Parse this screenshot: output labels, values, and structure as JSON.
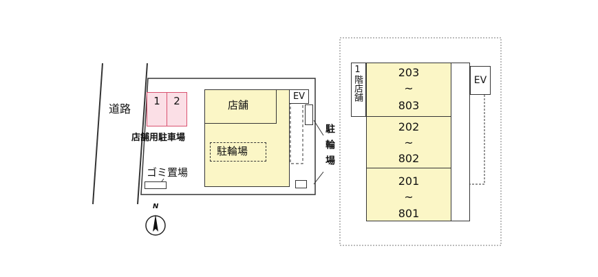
{
  "site_plan": {
    "road_label": "道路",
    "parking_spaces": [
      "1",
      "2"
    ],
    "parking_label": "店舗用駐車場",
    "shop_label": "店舗",
    "bicycle_inner_label": "駐輪場",
    "bicycle_side_label": "駐輪場",
    "garbage_label": "ゴミ置場",
    "ev_label": "EV",
    "compass_label": "N"
  },
  "floor_plan": {
    "first_floor_label": "1階店舗",
    "ev_label": "EV",
    "tilde": "~",
    "units": [
      {
        "top": "203",
        "bottom": "803"
      },
      {
        "top": "202",
        "bottom": "802"
      },
      {
        "top": "201",
        "bottom": "801"
      }
    ]
  },
  "colors": {
    "shop_fill": "#fbf6c6",
    "parking_fill": "#fbdfe6",
    "parking_border": "#d9506f",
    "line": "#333333",
    "site_bg": "#ffffff"
  }
}
